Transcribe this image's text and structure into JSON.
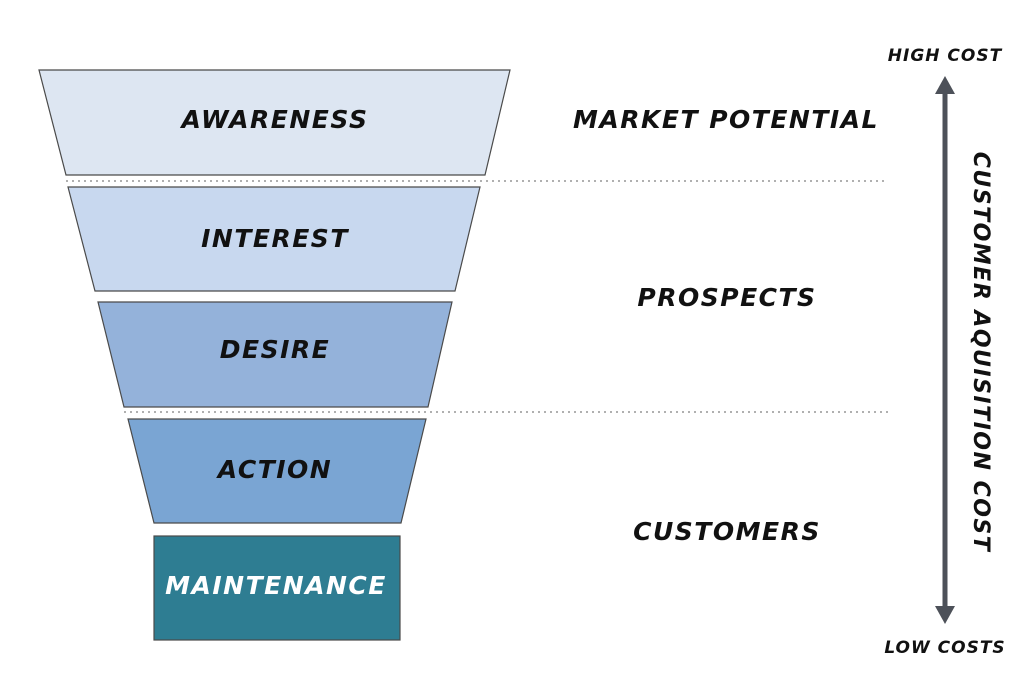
{
  "funnel": {
    "stages": [
      {
        "label": "AWARENESS",
        "fill": "#dde6f2",
        "text_color": "#111111"
      },
      {
        "label": "INTEREST",
        "fill": "#c8d8ef",
        "text_color": "#111111"
      },
      {
        "label": "DESIRE",
        "fill": "#94b2da",
        "text_color": "#111111"
      },
      {
        "label": "ACTION",
        "fill": "#7aa5d3",
        "text_color": "#111111"
      },
      {
        "label": "MAINTENANCE",
        "fill": "#2e7d92",
        "text_color": "#ffffff"
      }
    ],
    "outline_color": "#4a4a4a"
  },
  "groups": {
    "market_potential": "MARKET POTENTIAL",
    "prospects": "PROSPECTS",
    "customers": "CUSTOMERS"
  },
  "cost_axis": {
    "top_label": "HIGH COST",
    "bottom_label": "LOW COSTS",
    "title": "CUSTOMER AQUISITION COST",
    "color": "#4d5159"
  },
  "divider_color": "#b0b0b0"
}
